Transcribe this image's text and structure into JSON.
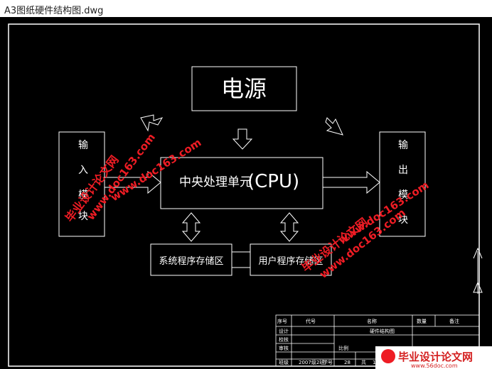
{
  "window": {
    "title": "A3图纸硬件结构图.dwg"
  },
  "diagram": {
    "power": "电源",
    "input_chars": [
      "输",
      "入",
      "模",
      "块"
    ],
    "output_chars": [
      "输",
      "出",
      "模",
      "块"
    ],
    "cpu_cn": "中央处理单元",
    "cpu_en": "(CPU)",
    "sys_storage": "系统程序存储区",
    "user_storage": "用户程序存储区"
  },
  "title_block": {
    "headers": [
      "序号",
      "代号",
      "名称",
      "数量",
      "备注"
    ],
    "rows": [
      "设计",
      "校核",
      "审核",
      "班级"
    ],
    "drawing_name": "硬件结构图",
    "scale_label": "比例",
    "class_value": "2007级2班",
    "student_no_label": "学号",
    "student_no_value": "28",
    "total_label": "共",
    "total_value": "1"
  },
  "watermark": {
    "site": "www.doc163.com",
    "slogan": "毕业设计论文网",
    "corner_logo": "毕业设计论文网",
    "corner_url": "www.56doc.com"
  },
  "colors": {
    "background": "#000000",
    "lines": "#ffffff",
    "watermark": "#ee1c24"
  }
}
